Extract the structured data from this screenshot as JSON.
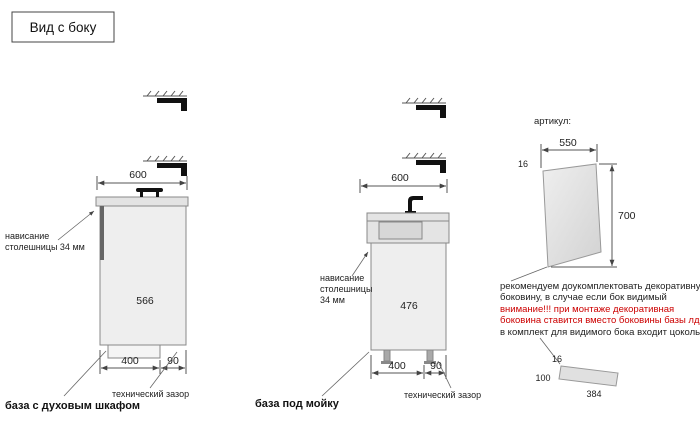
{
  "page": {
    "title": "Вид с боку"
  },
  "colors": {
    "warning": "#cc0000",
    "line": "#555",
    "cabinet_fill": "#ececec"
  },
  "diagrams": {
    "oven_base": {
      "top_width": "600",
      "depth": "566",
      "overhang_line1": "нависание",
      "overhang_line2": "столешницы 34 мм",
      "plinth_depth": "400",
      "gap": "90",
      "tech_gap_label": "технический зазор",
      "caption": "база с духовым шкафом"
    },
    "sink_base": {
      "top_width": "600",
      "depth": "476",
      "overhang_line1": "нависание",
      "overhang_line2": "столешницы",
      "overhang_line3": "34 мм",
      "plinth_depth": "400",
      "gap": "90",
      "tech_gap_label": "технический зазор",
      "caption": "база под мойку"
    },
    "side_panel": {
      "artikul_label": "артикул:",
      "width": "550",
      "thickness": "16",
      "height": "700",
      "notes": {
        "line1": "рекомендуем доукомплектовать декоративную",
        "line2": "боковину, в случае если бок видимый",
        "warn1": "внимание!!! при монтаже декоративная",
        "warn2": "боковина ставится вместо боковины базы лдсп",
        "line3": "в комплект для видимого бока входит цоколь."
      },
      "plinth": {
        "height": "100",
        "thickness": "16",
        "width": "384"
      }
    }
  }
}
